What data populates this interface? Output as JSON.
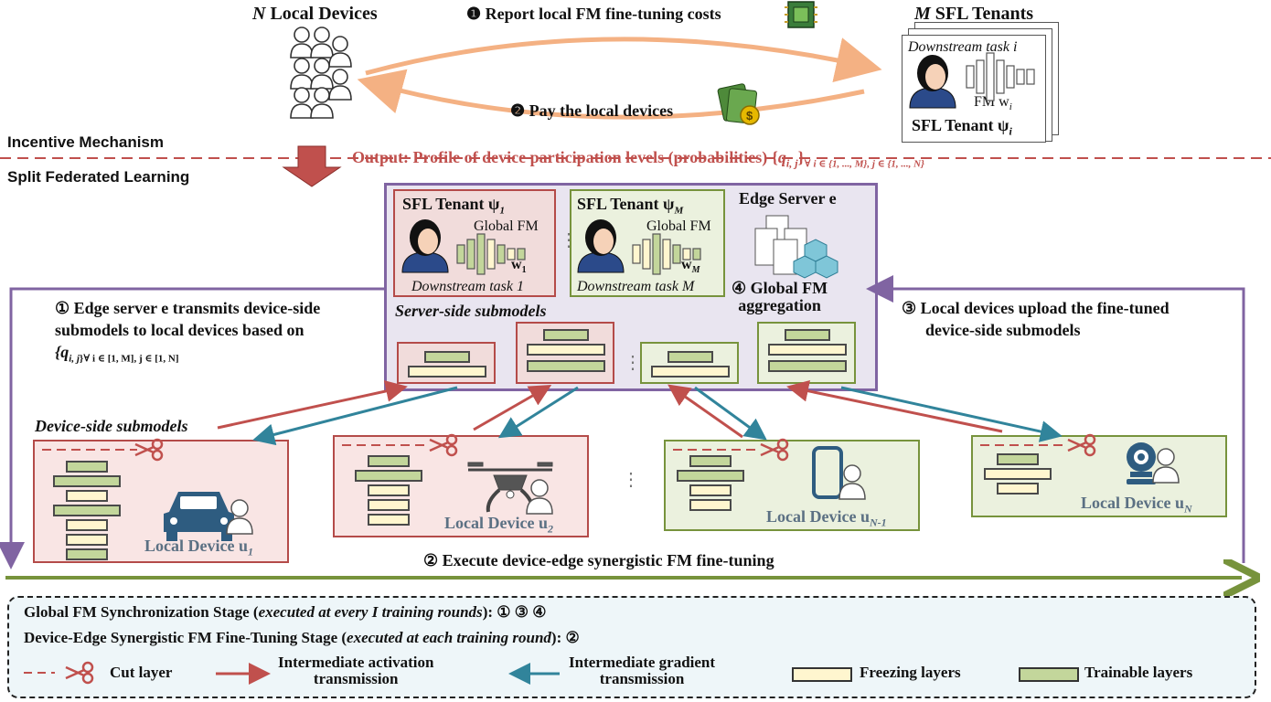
{
  "top": {
    "devices_title_var": "N",
    "devices_title": " Local Devices",
    "report_num": "❶",
    "report_text": "Report local FM fine-tuning costs",
    "pay_num": "❷",
    "pay_text": "Pay the local devices",
    "tenants_title_var": "M",
    "tenants_title": " SFL Tenants",
    "tenant_card_task": "Downstream task i",
    "tenant_card_fm": "FM w",
    "tenant_card_fm_sub": "i",
    "tenant_card_name": "SFL Tenant ψ",
    "tenant_card_name_sub": "i"
  },
  "sections": {
    "incentive": "Incentive Mechanism",
    "sfl": "Split Federated Learning",
    "output_prefix": "Output: Profile of device participation levels (probabilities) {",
    "output_q": "q",
    "output_q_sub": "i, j",
    "output_suffix": "}",
    "output_range": "∀ i ∈ {1, ..., M}, j ∈ {1, ..., N}"
  },
  "server": {
    "tenant1_title": "SFL Tenant ψ",
    "tenant1_sub": "1",
    "tenant1_fm": "Global FM",
    "tenant1_w": "w",
    "tenant1_wsub": "1",
    "tenant1_task": "Downstream task 1",
    "tenantM_title": "SFL Tenant ψ",
    "tenantM_sub": "M",
    "tenantM_fm": "Global FM",
    "tenantM_w": "w",
    "tenantM_wsub": "M",
    "tenantM_task": "Downstream task M",
    "edge_title": "Edge Server e",
    "agg_line1": "④ Global FM",
    "agg_line2": "aggregation",
    "server_submodels": "Server-side submodels",
    "dots": "⋮"
  },
  "steps": {
    "step1_line1": "① Edge server e transmits device-side",
    "step1_line2": "submodels to local devices based on",
    "step1_line3": "{q",
    "step1_sub": "i, j",
    "step1_range": "}∀ i ∈ [1, M], j ∈ [1, N]",
    "step3_line1": "③ Local devices upload the fine-tuned",
    "step3_line2": "device-side submodels",
    "step2": "② Execute device-edge synergistic FM fine-tuning"
  },
  "devices": {
    "label": "Device-side submodels",
    "u1": "Local Device u",
    "u1_sub": "1",
    "u2": "Local Device u",
    "u2_sub": "2",
    "uN1": "Local Device u",
    "uN1_sub": "N-1",
    "uN": "Local Device u",
    "uN_sub": "N",
    "dots": "⋮"
  },
  "legend": {
    "line1": "Global FM Synchronization Stage (",
    "line1_it": "executed at every I training rounds",
    "line1_end": "): ① ③ ④",
    "line2": "Device-Edge Synergistic FM Fine-Tuning Stage (",
    "line2_it": "executed at each training round",
    "line2_end": "): ②",
    "cut": "Cut layer",
    "act1": "Intermediate activation",
    "act2": "transmission",
    "grad1": "Intermediate gradient",
    "grad2": "transmission",
    "freeze": "Freezing layers",
    "train": "Trainable layers"
  },
  "colors": {
    "red_arrow": "#c0504d",
    "teal_arrow": "#31849b",
    "purple_frame": "#8064a2",
    "green_frame": "#77933c",
    "orange_arrow": "#f4b183",
    "freeze_fill": "#fff6cf",
    "train_fill": "#c3d69b"
  }
}
